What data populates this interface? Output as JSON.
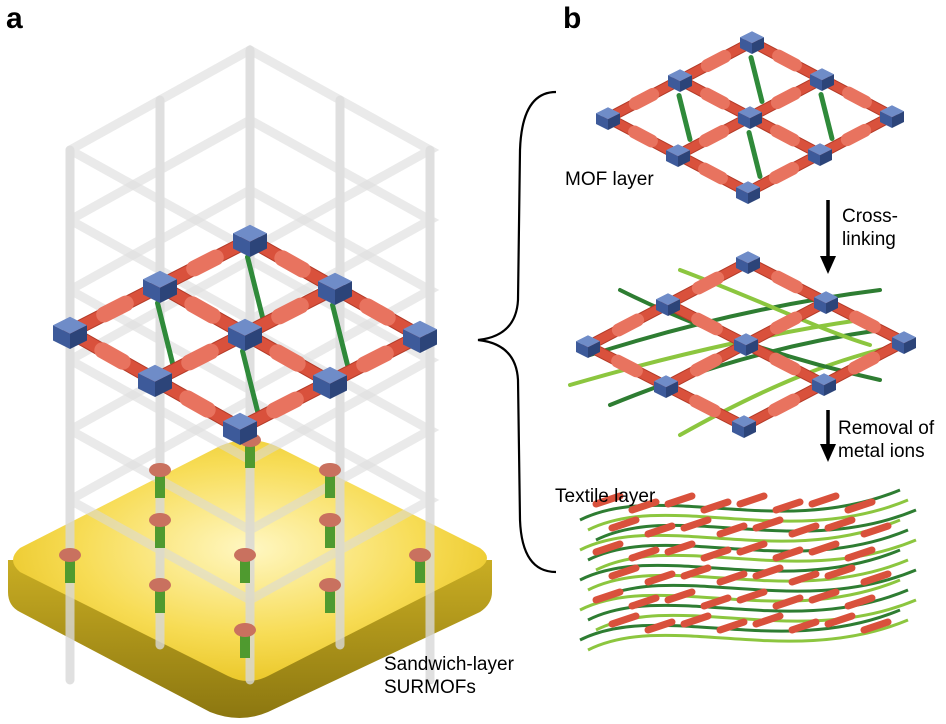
{
  "panel_a": {
    "letter": "a",
    "caption_line1": "Sandwich-layer",
    "caption_line2": "SURMOFs"
  },
  "panel_b": {
    "letter": "b",
    "mof_label": "MOF layer",
    "step1_line1": "Cross-",
    "step1_line2": "linking",
    "step2_line1": "Removal of",
    "step2_line2": "metal ions",
    "textile_label": "Textile layer"
  },
  "colors": {
    "node": "#3d5a9a",
    "linker": "#d9513c",
    "pillar": "#2f8a3a",
    "polymer_light": "#8cc63f",
    "polymer_dark": "#2e7d32",
    "substrate": "#f2d23a",
    "substrate_edge": "#a8921c"
  }
}
